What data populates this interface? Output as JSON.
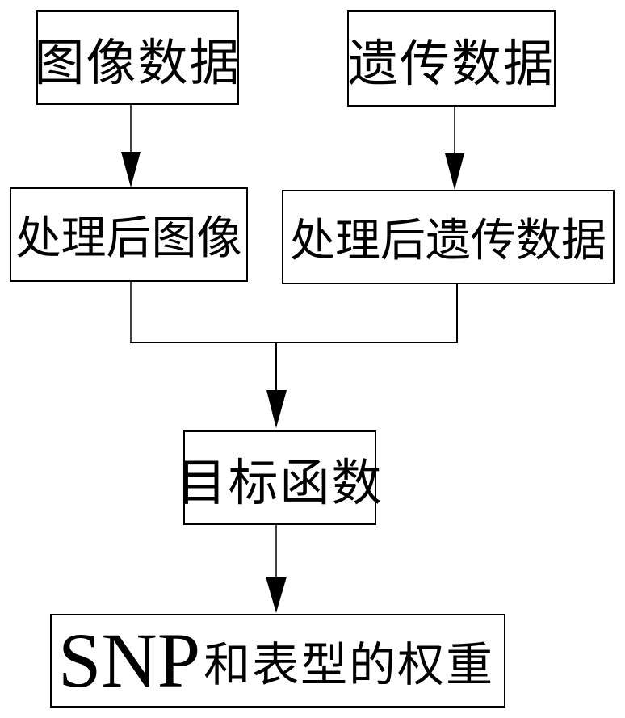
{
  "diagram": {
    "type": "flowchart",
    "nodes": {
      "image_data": "图像数据",
      "genetic_data": "遗传数据",
      "processed_image": "处理后图像",
      "processed_genetic_data": "处理后遗传数据",
      "objective_function": "目标函数",
      "weights_prefix": "SNP",
      "weights_suffix": "和表型的权重"
    },
    "edges": [
      {
        "from": "图像数据",
        "to": "处理后图像"
      },
      {
        "from": "遗传数据",
        "to": "处理后遗传数据"
      },
      {
        "from": "处理后图像",
        "to": "目标函数"
      },
      {
        "from": "处理后遗传数据",
        "to": "目标函数"
      },
      {
        "from": "目标函数",
        "to": "SNP和表型的权重"
      }
    ],
    "colors": {
      "stroke": "#000000",
      "background": "#ffffff"
    }
  }
}
